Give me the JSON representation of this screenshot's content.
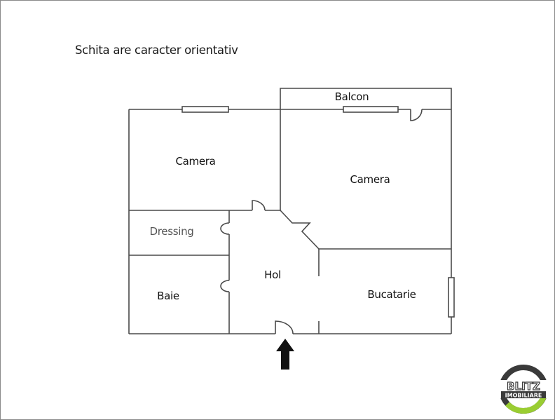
{
  "title": "Schita are caracter orientativ",
  "rooms": [
    {
      "id": "camera-1",
      "label": "Camera"
    },
    {
      "id": "camera-2",
      "label": "Camera"
    },
    {
      "id": "balcon",
      "label": "Balcon"
    },
    {
      "id": "dressing",
      "label": "Dressing"
    },
    {
      "id": "baie",
      "label": "Baie"
    },
    {
      "id": "hol",
      "label": "Hol"
    },
    {
      "id": "bucatarie",
      "label": "Bucatarie"
    }
  ],
  "entrance_icon": "arrow-up-icon",
  "logo": {
    "line1": "BLITZ",
    "line2": "IMOBILIARE",
    "ring_color": "#3a3a3a",
    "accent_color": "#9acd32"
  },
  "colors": {
    "wall": "#4a4a4a",
    "frame": "#8a8a8a"
  }
}
